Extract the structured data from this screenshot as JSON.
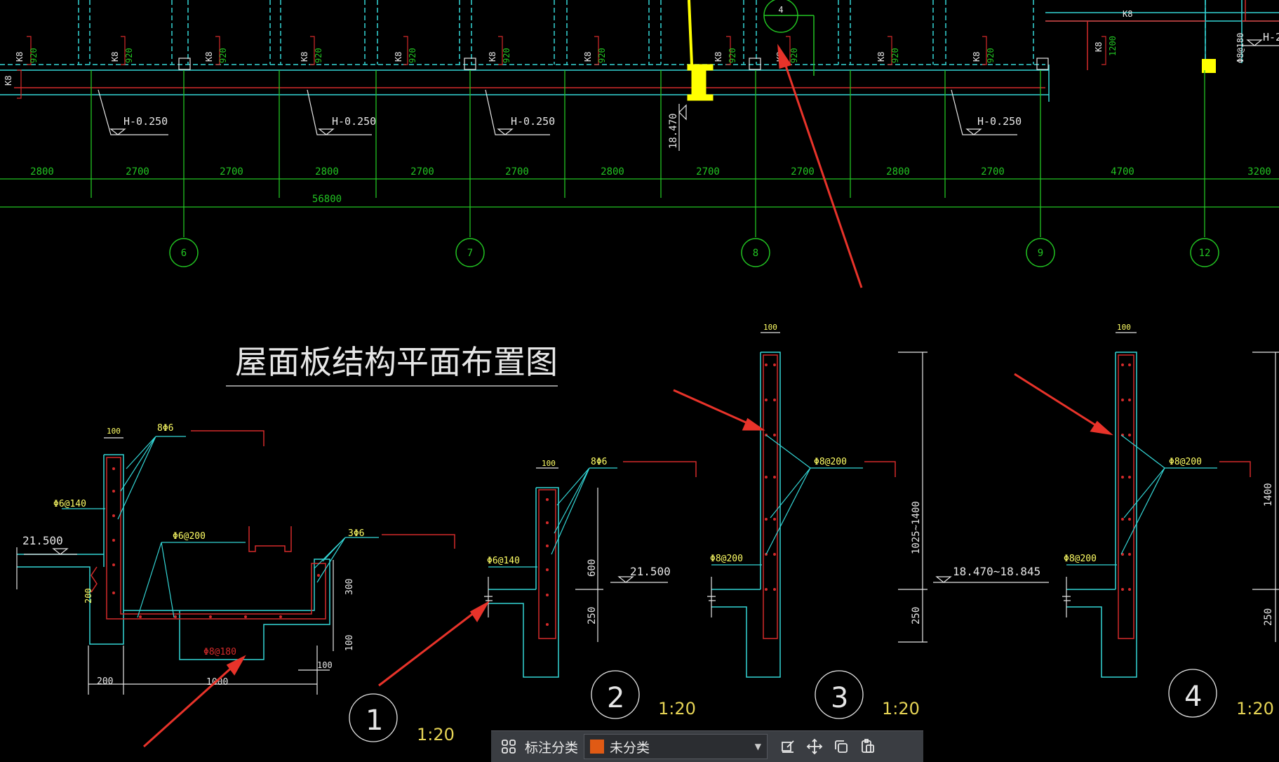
{
  "drawing": {
    "title": "屋面板结构平面布置图",
    "grid_axes": [
      "6",
      "7",
      "8",
      "9",
      "12"
    ],
    "section_tag": "4",
    "span_dims": [
      "2800",
      "2700",
      "2700",
      "2800",
      "2700",
      "2700",
      "2800",
      "2700",
      "2700",
      "2800",
      "2700",
      "4700",
      "3200"
    ],
    "total_dim": "56800",
    "elevation_marks": [
      "H-0.250",
      "H-0.250",
      "H-0.250",
      "H-0.250"
    ],
    "column_elev": "18.470",
    "top_right_k8": "K8",
    "top_right_dim": "1200",
    "top_right_rebar": "Φ8@180",
    "top_right_h": "H-2",
    "beam_label": "K8",
    "beam_dim": "920",
    "details": [
      {
        "number": "1",
        "scale": "1:20",
        "labels": {
          "w100": "100",
          "bars": "8Φ6",
          "stirrup": "Φ6@140",
          "elev": "21.500",
          "slab": "Φ6@200",
          "bars2": "3Φ6",
          "h300": "300",
          "h100": "100",
          "h200": "200",
          "bottom": "Φ8@180",
          "w200": "200",
          "w1000": "1000",
          "w100b": "100"
        }
      },
      {
        "number": "2",
        "scale": "1:20",
        "labels": {
          "w100": "100",
          "bars": "8Φ6",
          "stirrup": "Φ6@140",
          "h600": "600",
          "elev": "21.500",
          "h250": "250"
        }
      },
      {
        "number": "3",
        "scale": "1:20",
        "labels": {
          "w100": "100",
          "rebar": "Φ8@200",
          "stirrup": "Φ8@200",
          "h1": "1025~1400",
          "elev": "18.470~18.845",
          "h250": "250"
        }
      },
      {
        "number": "4",
        "scale": "1:20",
        "labels": {
          "w100": "100",
          "rebar": "Φ8@200",
          "stirrup": "Φ8@200",
          "h1400": "1400",
          "h250": "250"
        }
      }
    ]
  },
  "colors": {
    "background": "#000000",
    "grid_green": "#22c322",
    "cyan": "#34d6d6",
    "red": "#d42a2a",
    "yellow": "#ffff00",
    "white": "#e6e6e6",
    "arrow": "#e8332a"
  },
  "toolbar": {
    "menu_icon": "grid-apps-icon",
    "label": "标注分类",
    "category_value": "未分类",
    "category_color": "#e05a14",
    "icons": [
      "edit-icon",
      "move-icon",
      "copy-icon",
      "paste-icon"
    ]
  }
}
